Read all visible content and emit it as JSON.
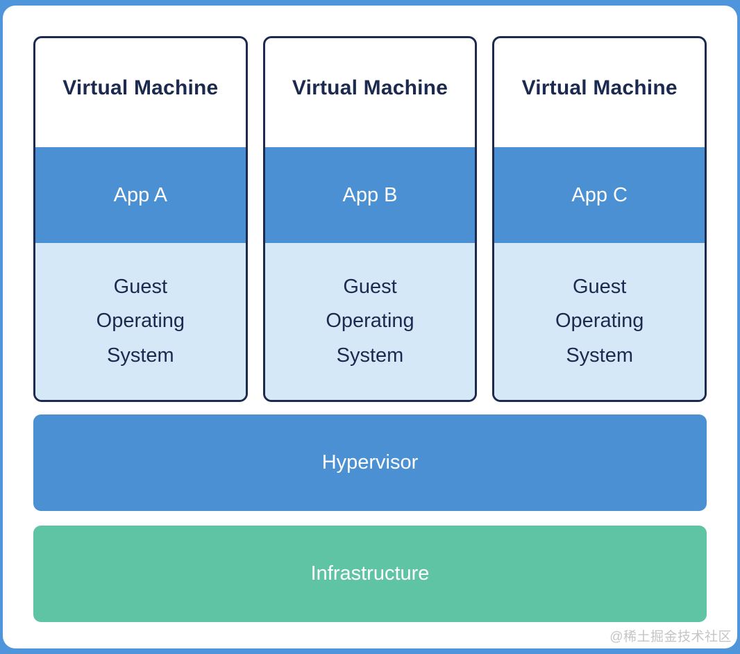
{
  "page": {
    "watermark": "@稀土掘金技术社区"
  },
  "colors": {
    "frame_blue": "#4e95dc",
    "block_blue": "#4a90d3",
    "light_blue": "#d5e8f8",
    "navy": "#1b2a4e",
    "green": "#5fc4a4",
    "card_white": "#ffffff",
    "watermark_gray": "#c5c5c8"
  },
  "diagram": {
    "vms": [
      {
        "title": "Virtual Machine",
        "app": "App A",
        "os": "Guest\nOperating\nSystem"
      },
      {
        "title": "Virtual Machine",
        "app": "App B",
        "os": "Guest\nOperating\nSystem"
      },
      {
        "title": "Virtual Machine",
        "app": "App C",
        "os": "Guest\nOperating\nSystem"
      }
    ],
    "hypervisor_label": "Hypervisor",
    "infrastructure_label": "Infrastructure"
  }
}
